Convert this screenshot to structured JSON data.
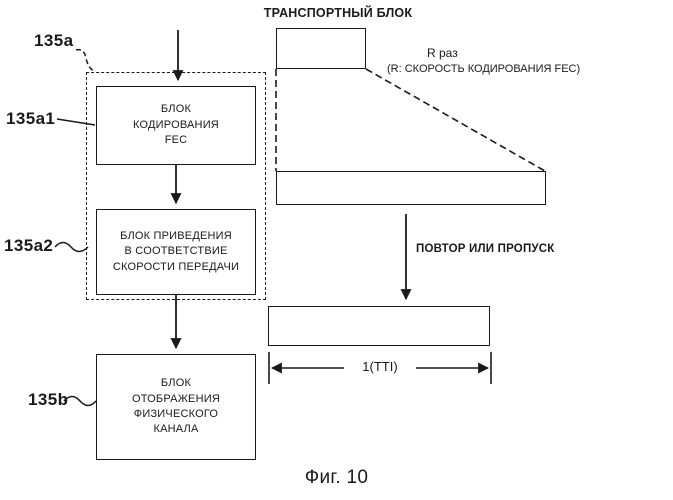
{
  "title": {
    "transport_block": "ТРАНСПОРТНЫЙ БЛОК"
  },
  "refs": {
    "group": "135a",
    "fec": "135a1",
    "rate": "135a2",
    "mapping": "135b"
  },
  "blocks": {
    "fec": {
      "lines": [
        "БЛОК",
        "КОДИРОВАНИЯ",
        "FEC"
      ]
    },
    "rate": {
      "lines": [
        "БЛОК ПРИВЕДЕНИЯ",
        "В СООТВЕТСТВИЕ",
        "СКОРОСТИ ПЕРЕДАЧИ"
      ]
    },
    "mapping": {
      "lines": [
        "БЛОК",
        "ОТОБРАЖЕНИЯ",
        "ФИЗИЧЕСКОГО",
        "КАНАЛА"
      ]
    }
  },
  "annotations": {
    "r_times": "R раз",
    "r_note": "(R: СКОРОСТЬ КОДИРОВАНИЯ FEC)",
    "repeat_or_skip": "ПОВТОР ИЛИ ПРОПУСК",
    "tti": "1(TTI)"
  },
  "caption": "Фиг. 10",
  "colors": {
    "ink": "#1a1a1a",
    "background": "#ffffff"
  }
}
